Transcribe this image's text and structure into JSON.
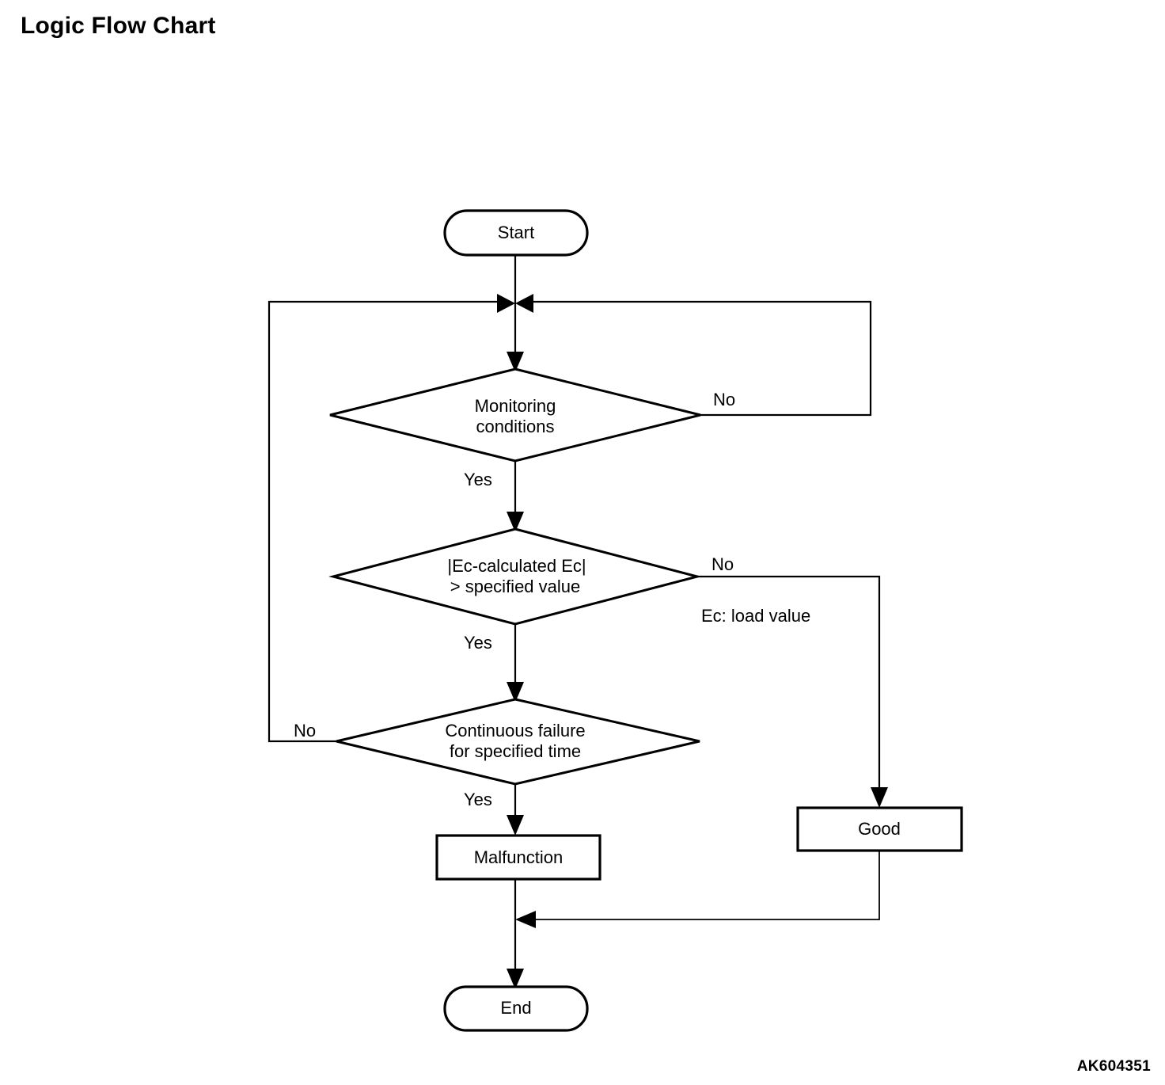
{
  "page": {
    "title": "Logic Flow Chart",
    "figure_code": "AK604351",
    "background_color": "#ffffff",
    "line_color": "#000000"
  },
  "chart_data": {
    "type": "diagram",
    "diagram_kind": "flowchart",
    "title": "Logic Flow Chart",
    "nodes": [
      {
        "id": "start",
        "shape": "stadium",
        "label": "Start"
      },
      {
        "id": "monitoring",
        "shape": "diamond",
        "label": "Monitoring\nconditions",
        "line1": "Monitoring",
        "line2": "conditions"
      },
      {
        "id": "ec_compare",
        "shape": "diamond",
        "label": "|Ec-calculated Ec|\n> specified value",
        "line1": "|Ec-calculated Ec|",
        "line2": "> specified value"
      },
      {
        "id": "continuous",
        "shape": "diamond",
        "label": "Continuous failure\nfor specified time",
        "line1": "Continuous failure",
        "line2": "for specified time"
      },
      {
        "id": "malfunction",
        "shape": "rect",
        "label": "Malfunction"
      },
      {
        "id": "good",
        "shape": "rect",
        "label": "Good"
      },
      {
        "id": "end",
        "shape": "stadium",
        "label": "End"
      }
    ],
    "edges": [
      {
        "from": "start",
        "to": "monitoring",
        "label": ""
      },
      {
        "from": "monitoring",
        "to": "ec_compare",
        "label": "Yes"
      },
      {
        "from": "monitoring",
        "to": "start_junction",
        "label": "No"
      },
      {
        "from": "ec_compare",
        "to": "continuous",
        "label": "Yes"
      },
      {
        "from": "ec_compare",
        "to": "good",
        "label": "No"
      },
      {
        "from": "continuous",
        "to": "malfunction",
        "label": "Yes"
      },
      {
        "from": "continuous",
        "to": "start_junction",
        "label": "No"
      },
      {
        "from": "malfunction",
        "to": "end",
        "label": ""
      },
      {
        "from": "good",
        "to": "end",
        "label": ""
      }
    ],
    "annotations": [
      {
        "id": "ec_note",
        "text": "Ec: load value"
      }
    ]
  },
  "labels": {
    "start": "Start",
    "end": "End",
    "malfunction": "Malfunction",
    "good": "Good",
    "monitoring_line1": "Monitoring",
    "monitoring_line2": "conditions",
    "ec_line1": "|Ec-calculated Ec|",
    "ec_line2": "> specified value",
    "continuous_line1": "Continuous failure",
    "continuous_line2": "for specified time",
    "note_ec": "Ec: load value",
    "yes_monitoring": "Yes",
    "no_monitoring": "No",
    "yes_ec": "Yes",
    "no_ec": "No",
    "yes_continuous": "Yes",
    "no_continuous": "No"
  }
}
